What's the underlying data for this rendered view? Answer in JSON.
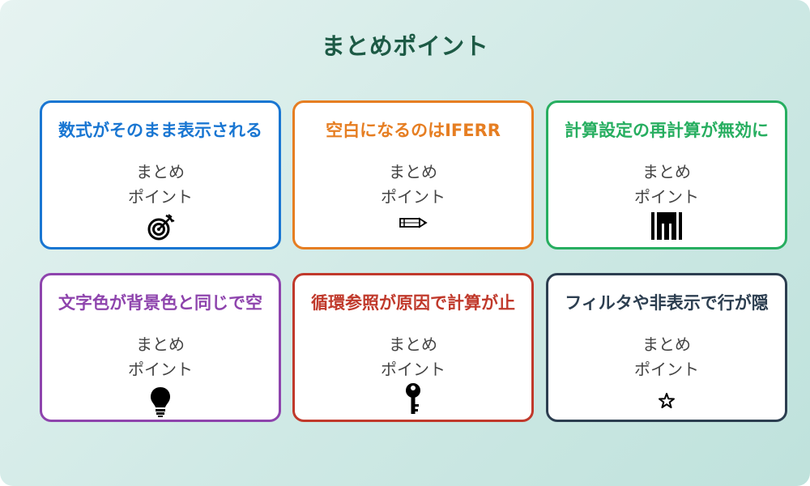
{
  "title": "まとめポイント",
  "cards": [
    {
      "title": "数式がそのまま表示される",
      "label_line1": "まとめ",
      "label_line2": "ポイント",
      "icon": "target-icon",
      "color": "#1976d2"
    },
    {
      "title": "空白になるのはIFERR",
      "label_line1": "まとめ",
      "label_line2": "ポイント",
      "icon": "pencil-icon",
      "color": "#e67e22"
    },
    {
      "title": "計算設定の再計算が無効に",
      "label_line1": "まとめ",
      "label_line2": "ポイント",
      "icon": "piano-icon",
      "color": "#27ae60"
    },
    {
      "title": "文字色が背景色と同じで空",
      "label_line1": "まとめ",
      "label_line2": "ポイント",
      "icon": "lightbulb-icon",
      "color": "#8e44ad"
    },
    {
      "title": "循環参照が原因で計算が止",
      "label_line1": "まとめ",
      "label_line2": "ポイント",
      "icon": "key-icon",
      "color": "#c0392b"
    },
    {
      "title": "フィルタや非表示で行が隠",
      "label_line1": "まとめ",
      "label_line2": "ポイント",
      "icon": "star-icon",
      "color": "#2c3e50"
    }
  ]
}
